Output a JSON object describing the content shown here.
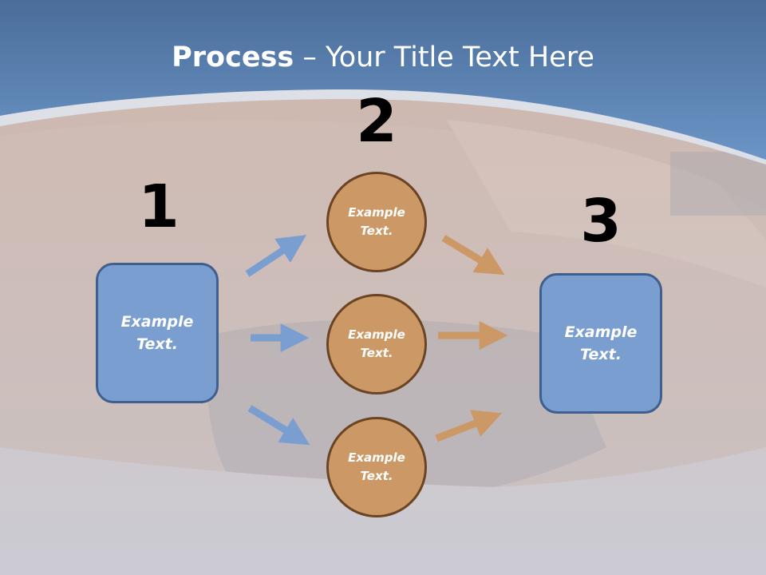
{
  "title": {
    "bold": "Process",
    "rest": " – Your Title Text Here"
  },
  "steps": {
    "one": "1",
    "two": "2",
    "three": "3"
  },
  "left_box": {
    "text": "Example Text."
  },
  "right_box": {
    "text": "Example Text."
  },
  "circles": [
    {
      "text": "Example Text."
    },
    {
      "text": "Example Text."
    },
    {
      "text": "Example Text."
    }
  ],
  "colors": {
    "blue": "#7b9ed0",
    "blue_border": "#3f5f8f",
    "orange": "#cc9966",
    "orange_border": "#6b4423",
    "header": "#5b86bd"
  }
}
